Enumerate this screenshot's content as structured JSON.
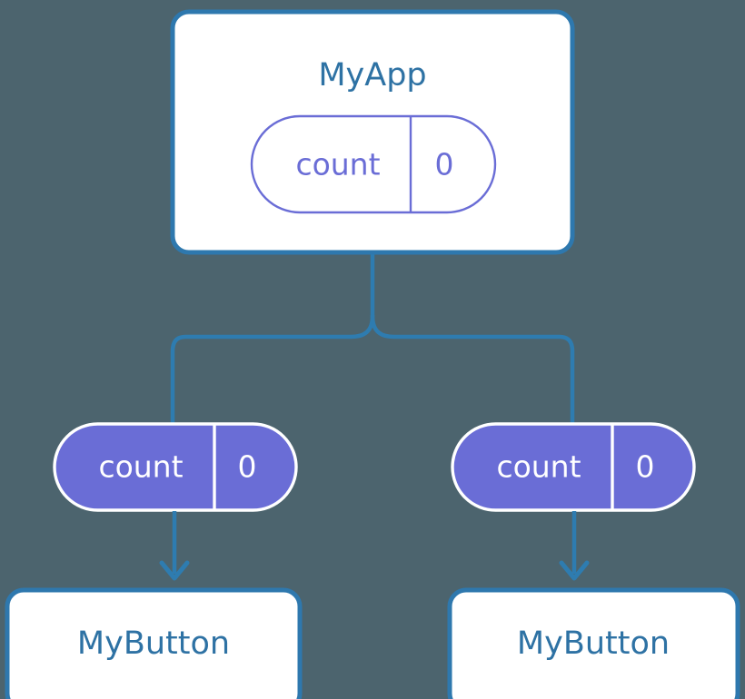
{
  "diagram": {
    "type": "component-tree",
    "background_color": "#4c646e",
    "accent_line_color": "#2e7cb0",
    "box_border_color": "#2e78ae",
    "box_fill_color": "#ffffff",
    "state_pill_color": "#6a6dd6",
    "title_text_color": "#2e72a4"
  },
  "root": {
    "label": "MyApp",
    "state": {
      "key": "count",
      "value": "0"
    }
  },
  "children": [
    {
      "prop": {
        "key": "count",
        "value": "0"
      },
      "component": {
        "label": "MyButton"
      }
    },
    {
      "prop": {
        "key": "count",
        "value": "0"
      },
      "component": {
        "label": "MyButton"
      }
    }
  ]
}
